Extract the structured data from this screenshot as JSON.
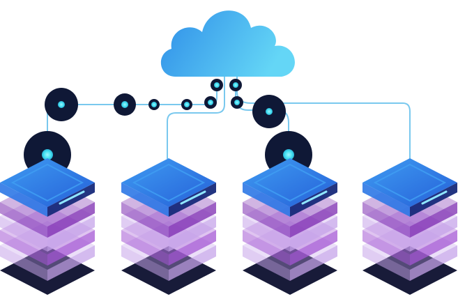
{
  "illustration": {
    "subject": "cloud-connected-server-stacks",
    "colors": {
      "cloud_start": "#2f8ee8",
      "cloud_end": "#64d6f6",
      "line": "#79c8ee",
      "node_dark": "#0f1836",
      "node_glow": "#48e2f2",
      "top_face": "#2e78e6",
      "top_face_light": "#3f9cf2",
      "side_dark": "#172a7a",
      "layer_purple": "#7c2bb0",
      "layer_violet": "#a457d4",
      "layer_lavender": "#c6a4ea",
      "base_dark": "#0c0f2e",
      "led": "#8fe6ff"
    },
    "servers": [
      {
        "id": "server-1",
        "layers": 4
      },
      {
        "id": "server-2",
        "layers": 4
      },
      {
        "id": "server-3",
        "layers": 4
      },
      {
        "id": "server-4",
        "layers": 4
      }
    ]
  }
}
